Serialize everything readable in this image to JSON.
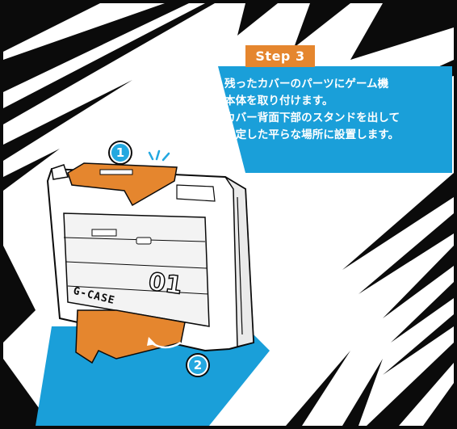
{
  "step": {
    "label": "Step 3"
  },
  "callout": {
    "lines": [
      "残ったカバーのパーツにゲーム機",
      "本体を取り付けます。",
      "カバー背面下部のスタンドを出して",
      "安定した平らな場所に設置します。"
    ]
  },
  "markers": {
    "first": "1",
    "second": "2"
  },
  "device": {
    "brand_text": "G-CASE",
    "model_text": "01"
  },
  "colors": {
    "accent_blue": "#1a9fd9",
    "accent_orange": "#e5862e",
    "ink": "#0b0b0b"
  }
}
